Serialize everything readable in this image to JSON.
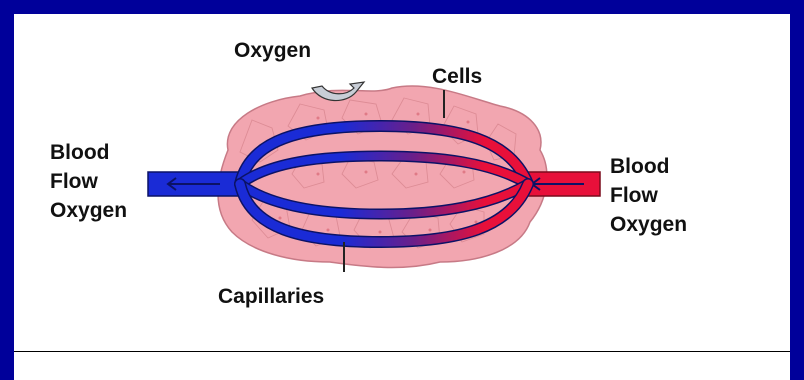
{
  "labels": {
    "oxygen": "Oxygen",
    "cells": "Cells",
    "capillaries": "Capillaries",
    "left_flow": [
      "Blood",
      "Flow",
      "Oxygen"
    ],
    "right_flow": [
      "Blood",
      "Flow",
      "Oxygen"
    ]
  },
  "colors": {
    "frame": "#00009a",
    "background": "#ffffff",
    "artery": "#e8103a",
    "vein": "#1a2bd6",
    "tissue": "#f2a6b0",
    "tissue_outline": "#c77a86",
    "text": "#111111"
  },
  "icons": {
    "oxygen_arrow": "curved-arrow-icon"
  }
}
